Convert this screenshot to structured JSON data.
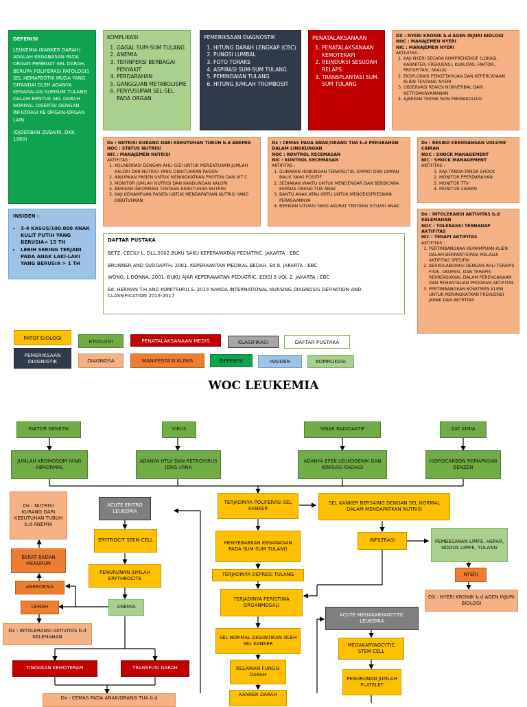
{
  "defenisi": {
    "title": "DEFENISI",
    "text": "LEUKEMIA (KANKER DARAH) ADALAH KEGANASAN PADA ORGAN PEMBUAT SEL DARAH, BERUPA POLIFERASI PATOLOGIS SEL HEMAPEOTIK MUDA YANG DITANDAI OLEH ADANYA KEGAGALAN SUMSUM TULANG DALAM BENTUK SEL DARAH NORMAL DISERTAI DENGAN INFILTRASI KE ORGAN-ORGAN LAIN",
    "source": "(DJOERBAN ZUBAIRI, DKK. 1990)"
  },
  "komplikasi": {
    "title": "KOMPLIKASI",
    "items": [
      "GAGAL SUM-SUM TULANG",
      "ANEMIA",
      "TERINFEKSI BERBAGAI PENYAKIT",
      "PERDARAHAN",
      "GANGGUAN METABOLISME",
      "PENYUSUPAN SEL-SEL PADA ORGAN"
    ]
  },
  "pemeriksaan": {
    "title": "PEMERIKSAAN DIAGNOSTIK",
    "items": [
      "HITUNG DARAH LENGKAP (CBC)",
      "PUNGSI LUMBAL",
      "FOTO TORAKS",
      "ASPIRASI SUM-SUM TULANG",
      "PEMINDAIAN TULANG",
      "HITUNG JUMLAH TROMBOSIT"
    ]
  },
  "penatalaksanaan": {
    "title": "PENATALAKSANAAN",
    "items": [
      "PENATALAKSANAAN KEMOTERAPI",
      "REINDUKSI SESUDAH RELAPS",
      "TRANSPLANTASI SUM-SUM TULANG"
    ]
  },
  "dx_nyeri": {
    "title": "DX : NYERI KRONIK b.d AGEN INJURI BIOLOGI",
    "noc": "NOC : MANAJEMEN NYERI",
    "nic": "NIC : MANAJEMEN NYERI",
    "sub": "AKTIVITAS :",
    "items": [
      "KAJI NYERI SECARA KOMPREHENSIF (LOKASI, KARAKTER, FREKUENSI, KUALITAS, FAKTOR, PRESIPITASI, SKALA)",
      "EKSPLORASI PENGETAHUAN DAN KEPERCAYAAN KLIEN TENTANG NYERI",
      "OBSERVASI REAKSI NONVERBAL DARI KETTIDAKNYAMANAN",
      "AJARKAN TEKNIK NON FARMAKOLOGI"
    ]
  },
  "dx_nutrisi": {
    "title": "Dx : NUTRISI KURANG DARI KEBUTUHAN TUBUH b.d ANEMIA",
    "noc": "NOC : STATUS NUTRISI",
    "nic": "NIC : MANAJEMEN NUTRISI",
    "sub": "AKTIFITAS :",
    "items": [
      "KOLABORASI DENGAN AHLI GIZI UNTUK MENENTUKAN JUMLAH KALORI DAN NUTRISI YANG DIBUTUHKAN PASIEN",
      "ANJURKAN PASIEN UNTUK MENINGKATKAN PROTEIN DAN VIT C",
      "MONITOR JUMLAH NUTRISI DAN KANDUNGAN KALORI",
      "BERIKAN INFORMASI TENTANG KEBUTUHAN NUTRISI",
      "KAJI KEMAMPUAN PASIEN UNTUK MENDAPATKAN NUTRISI YANG DIBUTUHKAN"
    ]
  },
  "dx_cemas": {
    "title": "Dx : CEMAS PADA ANAK/ORANG TUA b.d PERUBAHAN DALAM LINGKUNGAN",
    "noc": "NOC : KONTROL KECEMASAN",
    "nic": "NIC : KONTROL KECEMASAN",
    "sub": "AKTIFITAS :",
    "items": [
      "GUNAKAN HUBUNGAN TERAPEUTIK, EMPATI DAN UMPAN BALIK YANG POSITIF",
      "SEDIAKAN WAKTU UNTUK MENDENGAR DAN BERBICARA KEPADA ORANG TUA ANAK",
      "BANTU ANAK ATAU ORTU UNTUK MENGEKSPRESIKAN PERASAANNYA",
      "BERIKAN SITUASI YANG AKURAT TENTANG SITUASI ANAK"
    ]
  },
  "dx_cairan": {
    "title": "Dx : RESIKO KEKURANGAN VOLUME CAIRAN",
    "noc": "NOC : SHOCK MANAGEMENT",
    "nic": "NIC : SHOCK MANAGEMENT",
    "sub": "AKTIFITAS :",
    "items": [
      "KAJI TANDA-TANDA SHOCK",
      "MONITOR PPERDARAHAN",
      "MONITOR TTV",
      "MONITOR CAIRAN"
    ]
  },
  "dx_intoleransi": {
    "title": "Dx : INTOLERANSI AKTIVITAS b.d KELEMAHAN",
    "noc": "NOC : TOLERANSI TERHADAP AKTIFITAS",
    "nic": "NIC : TERAPI AKTIFITAS",
    "sub": "AKTIFITAS :",
    "items": [
      "PERTIMBANGKAN KEMAMPUAN KLIEN DALAM BERPARTISIPASI MELALUI AKTIFITAS SPESIFIK",
      "BERKOLABORASI DENGAN AHLI TERAPIS FISIK, OKUPASI, DAN TERAPIS REKREASIONAL DALAM PERENCANAAN DAN PEMANTAUAN PROGRAM AKTIFITAS",
      "PERTIMBANGKAN KOMITMEN KLIEN UNTUK MENINGKATKAN FREKUENSI JARAK DAN AKTIFITAS"
    ]
  },
  "insiden": {
    "title": "INSIDEN :",
    "items": [
      "3-4 KASUS/100.000 ANAK KULIT PUTIH YANG BERUSIA< 15 TH",
      "LEBIH SERING TERJADI PADA ANAK LAKI-LAKI YANG BERUSIA > 1 TH"
    ]
  },
  "pustaka": {
    "title": "DAFTAR PUSTAKA",
    "refs": [
      "BETZ, CECILY L. DLL.2002.BUKU SAKU KEPERAWATAN PEDIATRIC. JAKARTA : EBC",
      "BRUNNER AND SUDDARTH. 2001. KEPERAWATAN MEDIKAL BEDAH. Ed.8. JAKARTA : EBC",
      "WONG, L DONNA. 2001. BUKU AJAR KEPERAWATAN PEDIATRIC. EDISI 6 VOL 2. JAKARTA : EBC",
      "Ed. HERMAN T.H AND KOMITSURU.S. 2014 NANDA INTERNATIONAL NURSING DIAGNOSIS DEFINITION AND CLASSIFICATION 2015-2017"
    ]
  },
  "legend": {
    "patofisiologi": "PATOFISIOLOGI",
    "etiologi": "ETIOLOGI",
    "penatalaksanaan_medis": "PENATALAKSANAAN MEDIS",
    "klasifikasi": "KLASIFIKASI",
    "daftar_pustaka": "DAFTAR PUSTAKA",
    "pemeriksaan": "PEMERIKSAAN DIAGNISTIK",
    "diagnosa": "DIAGNOSA",
    "manifestasi": "MANIFESTASI KLINIS",
    "defenisi": "DEFENISI",
    "insiden": "INSIDEN",
    "komplikasi": "KOMPLIKASI"
  },
  "main_title": "WOC LEUKEMIA",
  "flow": {
    "genetik": "FAKTOR GENETIK",
    "virus": "VIRUS",
    "radio": "SINAR RADIOAKTIF",
    "kimia": "ZAT KIMIA",
    "kromosom": "JUMLAH KROMOSOM YANG ABNORMAL",
    "htlv": "ADANYA HTLV DAN RETROVIRUS JENIS cRNA",
    "leukogenik": "ADANYA EFEK LEUKOGENIK DAN IONISASI RADIASI",
    "hidrokarbon": "HIDROCARBON REMAPASAN BENZEN",
    "dx_nutrisi2": "Dx : NUTRISI KURANG DARI KEBUTUHAN TUBUH b.d ANEMIA",
    "bb_menurun": "BERAT BADAN MENURUN",
    "aneroksia": "ANEROKSIA",
    "lemah": "LEMAH",
    "dx_intoleransi2": "Dx : INTOLERANSI AKTIVITAS b.d KELEMAHAN",
    "eritro": "ACUTE ERITRO LEUKEMIA",
    "eryt_stem": "ERYTROCIT STEM CELL",
    "penurunan_ery": "PENURUNAN JUMLAH ERYTHROCITE",
    "anemia": "ANEMIA",
    "kemoterapi": "TINDAKAN KEMOTERAPI",
    "transfusi": "TRANSFUSI DARAH",
    "dx_cemas2": "Dx : CEMAS PADA ANAK/ORANG TUA b.d",
    "poliferasi": "TERJADINYA POLIFERASI SEL KANKER",
    "bersaing": "SEL KANKER BERSAING DENGAN SEL NORMAL DALAM MENDAPATKAN NUTRISI",
    "infiltrasi": "INFILTRASI",
    "keganasan": "MENYEBABKAN KEGANASAN PADA SUM-SUM TULANG",
    "depresi": "TERJADINYA DEPRESI TULANG",
    "organomegali": "TERJADINYA PERISTIWA ORGANMEGALI",
    "digantikan": "SEL NORMAL DIGANTIKAN OLEH SEL KANKER",
    "kelainan": "KELAINAN FUNGSI DARAH",
    "kanker_darah": "KANKER DARAH",
    "limfe": "PEMBESARAN LIMFE, HEPAR, NODUS LIMFE, TULANG",
    "nyeri": "NYERI",
    "dx_nyeri2": "DX : NYERI KRONIK b.d AGEN INJURI BIOLOGI",
    "megakaryo": "ACUTE MEGAKARYAOCYTIC LEUKEMIA",
    "mega_stem": "MEGAKARYAOCYTIC STEM CELL",
    "platelet": "PENURUNAN JUMLAH PLATELET"
  }
}
